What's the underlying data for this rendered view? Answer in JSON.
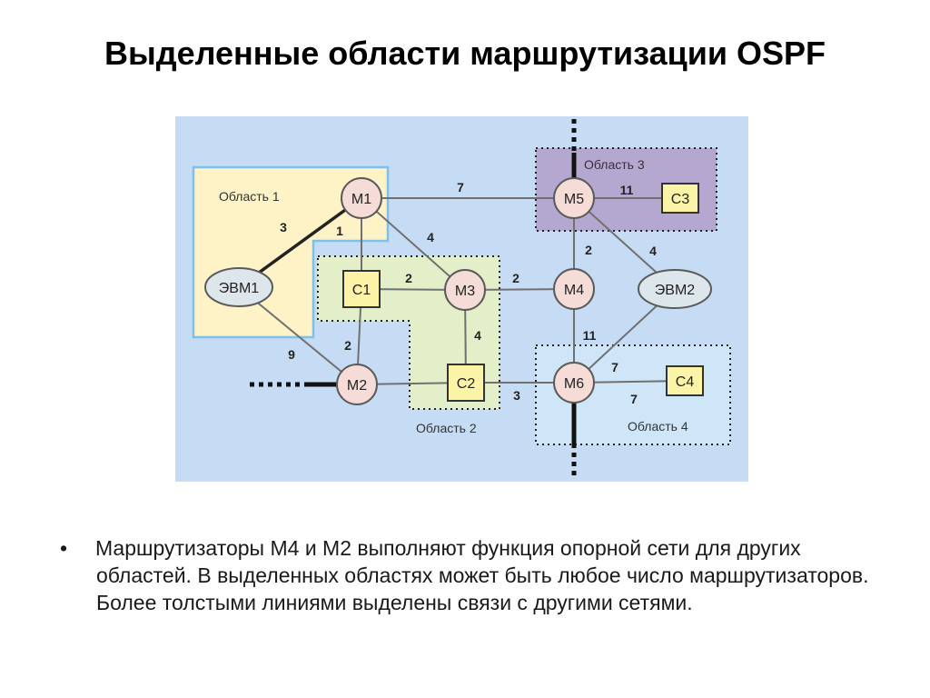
{
  "slide": {
    "title": "Выделенные области маршрутизации OSPF",
    "bullet_symbol": "•",
    "bullet_text": "Маршрутизаторы М4 и М2 выполняют функция опорной сети для других областей. В выделенных областях может быть любое число маршрутизаторов. Более толстыми линиями выделены связи с другими сетями."
  },
  "diagram": {
    "colors": {
      "background": "#c6dcf5",
      "area1_fill": "#fdf3c6",
      "area1_border": "#7fc0e8",
      "area2_fill": "#e2efc8",
      "area3_fill": "#b4a8d0",
      "area4_fill": "#cfe6f8",
      "router_fill": "#f6dcd6",
      "host_fill": "#dde6ea",
      "net_fill": "#fbf4a6",
      "line": "#707070"
    },
    "areas": {
      "area1": "Область 1",
      "area2": "Область 2",
      "area3": "Область 3",
      "area4": "Область 4"
    },
    "nodes": {
      "m1": "М1",
      "m2": "М2",
      "m3": "М3",
      "m4": "М4",
      "m5": "М5",
      "m6": "М6",
      "c1": "С1",
      "c2": "С2",
      "c3": "С3",
      "c4": "С4",
      "evm1": "ЭВМ1",
      "evm2": "ЭВМ2"
    },
    "weights": {
      "m1_m5": "7",
      "m5_c3": "11",
      "m1_evm1": "3",
      "m1_c1": "1",
      "m1_m3": "4",
      "m5_m4": "2",
      "m5_evm2": "4",
      "c1_m3": "2",
      "m3_m4": "2",
      "c1_m2": "2",
      "m3_c2": "4",
      "evm1_m2": "9",
      "m4_m6": "11",
      "m6_evm2": "7",
      "m6_c4": "7",
      "c2_m6": "3"
    }
  }
}
